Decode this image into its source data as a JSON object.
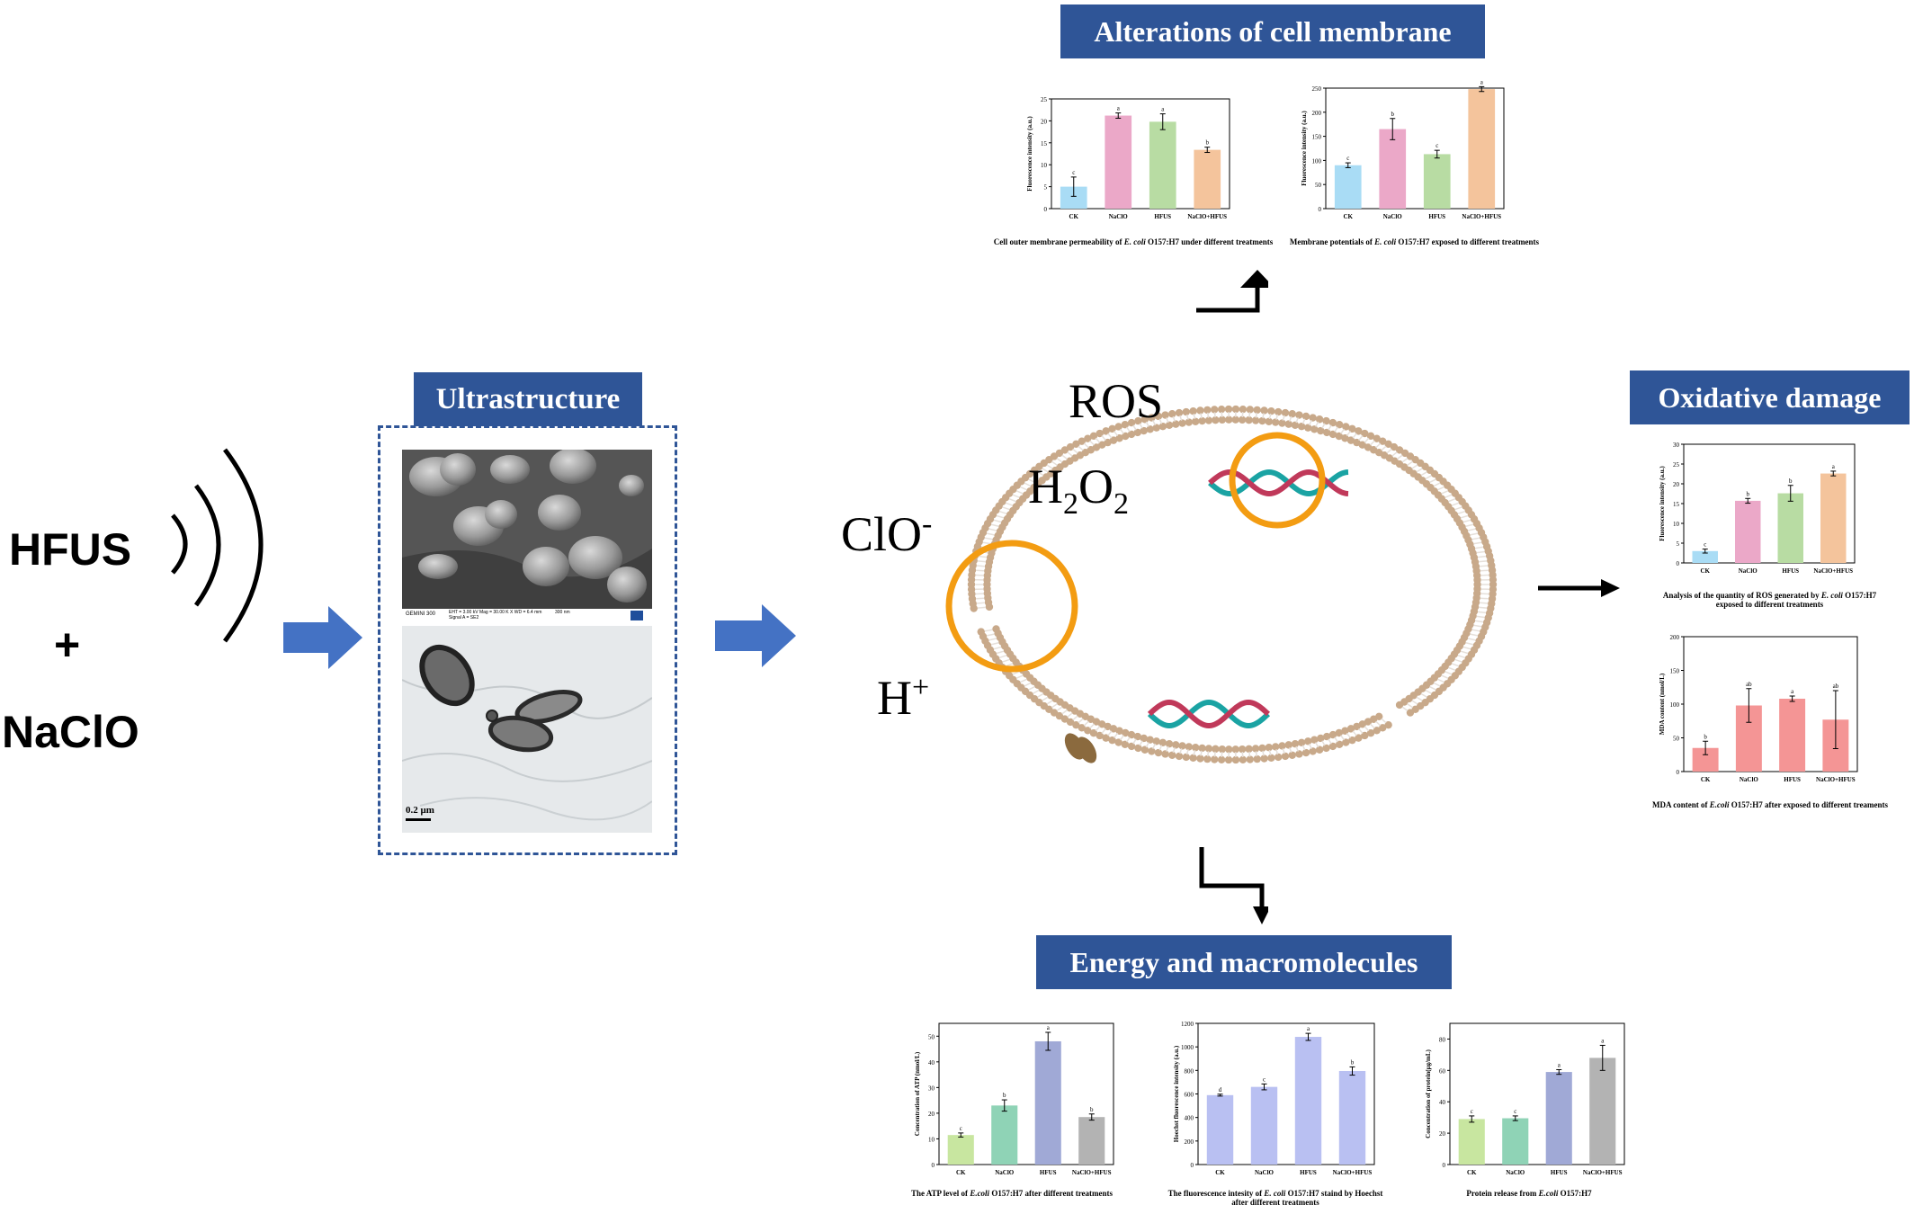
{
  "treatment": {
    "line1": "HFUS",
    "plus": "+",
    "line2": "NaClO"
  },
  "sections": {
    "ultrastructure": "Ultrastructure",
    "membrane": "Alterations of cell membrane",
    "oxidative": "Oxidative damage",
    "energy": "Energy and macromolecules"
  },
  "cell_labels": {
    "ros": "ROS",
    "h2o2_main": "H",
    "h2o2_sub1": "2",
    "h2o2_mid": "O",
    "h2o2_sub2": "2",
    "clo_main": "ClO",
    "clo_sup": "-",
    "h_main": "H",
    "h_sup": "+"
  },
  "micrographs": {
    "sem_info": "EHT = 3.00 kV   Mag = 30.00 K X   WD = 6.4 mm   Signal A = SE2",
    "sem_brand": "GEMINI 300",
    "sem_scale": "300 nm",
    "tem_scale": "0.2 μm"
  },
  "colors": {
    "title_bg": "#2f5597",
    "arrow_blue": "#4472c4",
    "membrane": "#c8a98a",
    "highlight": "#f39c12"
  },
  "chart_data": [
    {
      "type": "bar",
      "id": "c1",
      "ylabel": "Fluorescence intensity (a.u.)",
      "categories": [
        "CK",
        "NaClO",
        "HFUS",
        "NaClO+HFUS"
      ],
      "values": [
        5,
        21.2,
        19.8,
        13.4
      ],
      "errors": [
        2.2,
        0.6,
        1.8,
        0.6
      ],
      "letters": [
        "c",
        "a",
        "a",
        "b"
      ],
      "ylim": [
        0,
        25
      ],
      "ticks": [
        0,
        5,
        10,
        15,
        20,
        25
      ],
      "colors": [
        "#a9dcf5",
        "#eba8c8",
        "#b8dca3",
        "#f4c49c"
      ],
      "caption_a": "Cell outer membrane permeability of ",
      "caption_i": "E. coli",
      "caption_b": " O157:H7 under different treatments"
    },
    {
      "type": "bar",
      "id": "c2",
      "ylabel": "Fluorescence intensity (a.u.)",
      "categories": [
        "CK",
        "NaClO",
        "HFUS",
        "NaClO+HFUS"
      ],
      "values": [
        90,
        165,
        113,
        248
      ],
      "errors": [
        5,
        22,
        8,
        5
      ],
      "letters": [
        "c",
        "b",
        "c",
        "a"
      ],
      "ylim": [
        0,
        250
      ],
      "ticks": [
        0,
        50,
        100,
        150,
        200,
        250
      ],
      "colors": [
        "#a9dcf5",
        "#eba8c8",
        "#b8dca3",
        "#f4c49c"
      ],
      "caption_a": "Membrane potentials of ",
      "caption_i": "E. coli",
      "caption_b": " O157:H7 exposed to different treatments"
    },
    {
      "type": "bar",
      "id": "c3",
      "ylabel": "Fluorescence intensity (a.u.)",
      "categories": [
        "CK",
        "NaClO",
        "HFUS",
        "NaClO+HFUS"
      ],
      "values": [
        3,
        15.7,
        17.6,
        22.6
      ],
      "errors": [
        0.5,
        0.6,
        2.0,
        0.6
      ],
      "letters": [
        "c",
        "b",
        "b",
        "a"
      ],
      "ylim": [
        0,
        30
      ],
      "ticks": [
        0,
        5,
        10,
        15,
        20,
        25,
        30
      ],
      "colors": [
        "#a9dcf5",
        "#eba8c8",
        "#b8dca3",
        "#f4c49c"
      ],
      "caption_a": "Analysis of the quantity of ROS generated by ",
      "caption_i": "E. coli",
      "caption_b": " O157:H7",
      "caption_line2": "exposed to different treatments"
    },
    {
      "type": "bar",
      "id": "c4",
      "ylabel": "MDA content (nmol/L)",
      "categories": [
        "CK",
        "NaClO",
        "HFUS",
        "NaClO+HFUS"
      ],
      "values": [
        35,
        98,
        108,
        77
      ],
      "errors": [
        10,
        25,
        4,
        43
      ],
      "letters": [
        "b",
        "ab",
        "a",
        "ab"
      ],
      "ylim": [
        0,
        200
      ],
      "ticks": [
        0,
        50,
        100,
        150,
        200
      ],
      "colors": [
        "#f49595",
        "#f49595",
        "#f49595",
        "#f49595"
      ],
      "caption_a": "MDA content of ",
      "caption_i": "E.coli",
      "caption_b": " O157:H7 after exposed to different treaments"
    },
    {
      "type": "bar",
      "id": "c5",
      "ylabel": "Concentration of ATP (nmol/L)",
      "categories": [
        "CK",
        "NaClO",
        "HFUS",
        "NaClO+HFUS"
      ],
      "values": [
        11.5,
        23,
        48,
        18.5
      ],
      "errors": [
        0.8,
        2.2,
        3.5,
        1.2
      ],
      "letters": [
        "c",
        "b",
        "a",
        "b"
      ],
      "ylim": [
        0,
        55
      ],
      "ticks": [
        0,
        10,
        20,
        30,
        40,
        50
      ],
      "colors": [
        "#c8e6a0",
        "#8fd3b6",
        "#a0a9d6",
        "#b3b3b3"
      ],
      "caption_a": "The ATP level of ",
      "caption_i": "E.coli",
      "caption_b": " O157:H7 after different treatments"
    },
    {
      "type": "bar",
      "id": "c6",
      "ylabel": "Hoechst fluorescence intensity (a.u.)",
      "categories": [
        "CK",
        "NaClO",
        "HFUS",
        "NaClO+HFUS"
      ],
      "values": [
        590,
        660,
        1085,
        795
      ],
      "errors": [
        8,
        25,
        30,
        35
      ],
      "letters": [
        "d",
        "c",
        "a",
        "b"
      ],
      "ylim": [
        0,
        1200
      ],
      "ticks": [
        0,
        200,
        400,
        600,
        800,
        1000,
        1200
      ],
      "colors": [
        "#b9c0f2",
        "#b9c0f2",
        "#b9c0f2",
        "#b9c0f2"
      ],
      "caption_a": "The fluorescence intesity of ",
      "caption_i": "E. coli",
      "caption_b": " O157:H7 staind by Hoechst",
      "caption_line2": "after different treatments"
    },
    {
      "type": "bar",
      "id": "c7",
      "ylabel": "Concentration of protein(μg/mL)",
      "categories": [
        "CK",
        "NaClO",
        "HFUS",
        "NaClO+HFUS"
      ],
      "values": [
        29,
        29.5,
        59,
        68
      ],
      "errors": [
        2,
        1.5,
        1.5,
        8
      ],
      "letters": [
        "c",
        "c",
        "a",
        "a"
      ],
      "ylim": [
        0,
        90
      ],
      "ticks": [
        0,
        20,
        40,
        60,
        80
      ],
      "colors": [
        "#c8e6a0",
        "#8fd3b6",
        "#a0a9d6",
        "#b3b3b3"
      ],
      "caption_a": "Protein release from ",
      "caption_i": "E.coli",
      "caption_b": " O157:H7"
    }
  ]
}
